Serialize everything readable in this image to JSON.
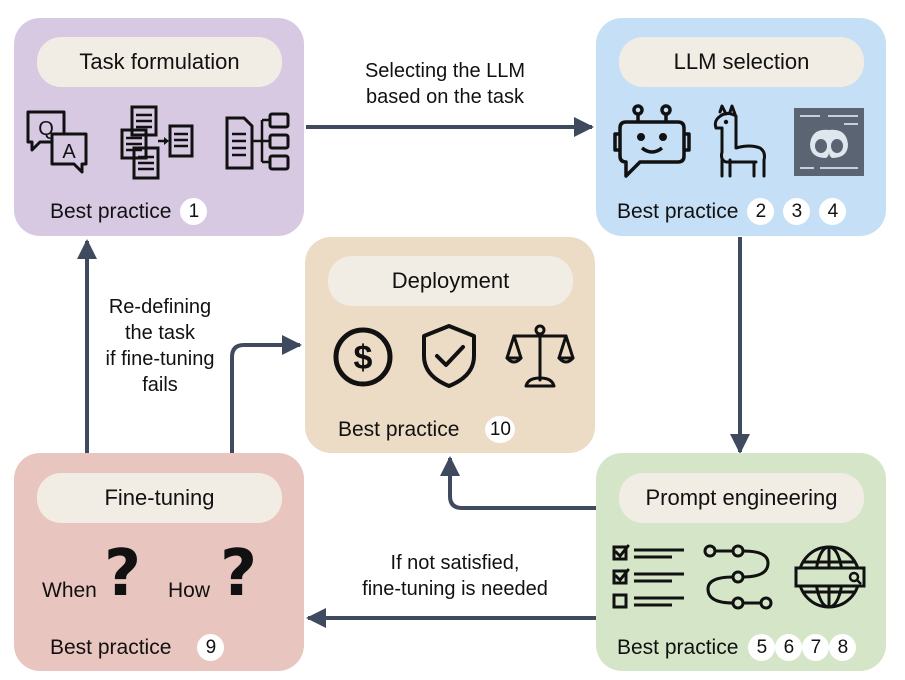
{
  "nodes": {
    "task": {
      "title": "Task formulation",
      "practice_label": "Best practice",
      "refs": [
        "1"
      ]
    },
    "llm": {
      "title": "LLM selection",
      "practice_label": "Best practice",
      "refs": [
        "2",
        "3",
        "4"
      ]
    },
    "deploy": {
      "title": "Deployment",
      "practice_label": "Best practice",
      "refs": [
        "10"
      ]
    },
    "finetune": {
      "title": "Fine-tuning",
      "practice_label": "Best practice",
      "refs": [
        "9"
      ],
      "when": "When",
      "how": "How"
    },
    "prompt": {
      "title": "Prompt engineering",
      "practice_label": "Best practice",
      "refs": [
        "5",
        "6",
        "7",
        "8"
      ]
    }
  },
  "edges": {
    "task_to_llm": [
      "Selecting the LLM",
      "based on the task"
    ],
    "finetune_to_task": [
      "Re-defining",
      "the task",
      "if fine-tuning",
      "fails"
    ],
    "prompt_to_finetune": [
      "If not satisfied,",
      "fine-tuning is needed"
    ]
  },
  "icons": {
    "task": [
      "qa-chat-icon",
      "documents-merge-icon",
      "document-tree-icon"
    ],
    "llm": [
      "robot-icon",
      "llama-icon",
      "whale-logo-icon"
    ],
    "deploy": [
      "dollar-icon",
      "shield-check-icon",
      "scales-icon"
    ],
    "finetune": [
      "question-mark-icon",
      "question-mark-icon"
    ],
    "prompt": [
      "checklist-icon",
      "workflow-icon",
      "web-search-icon"
    ]
  },
  "colors": {
    "task": "#d8c9e3",
    "llm": "#c5e0f6",
    "deploy": "#ecdcc6",
    "finetune": "#e9c5bf",
    "prompt": "#d4e6c7",
    "pill": "#f2ede4",
    "arrow": "#3f4a5e"
  }
}
